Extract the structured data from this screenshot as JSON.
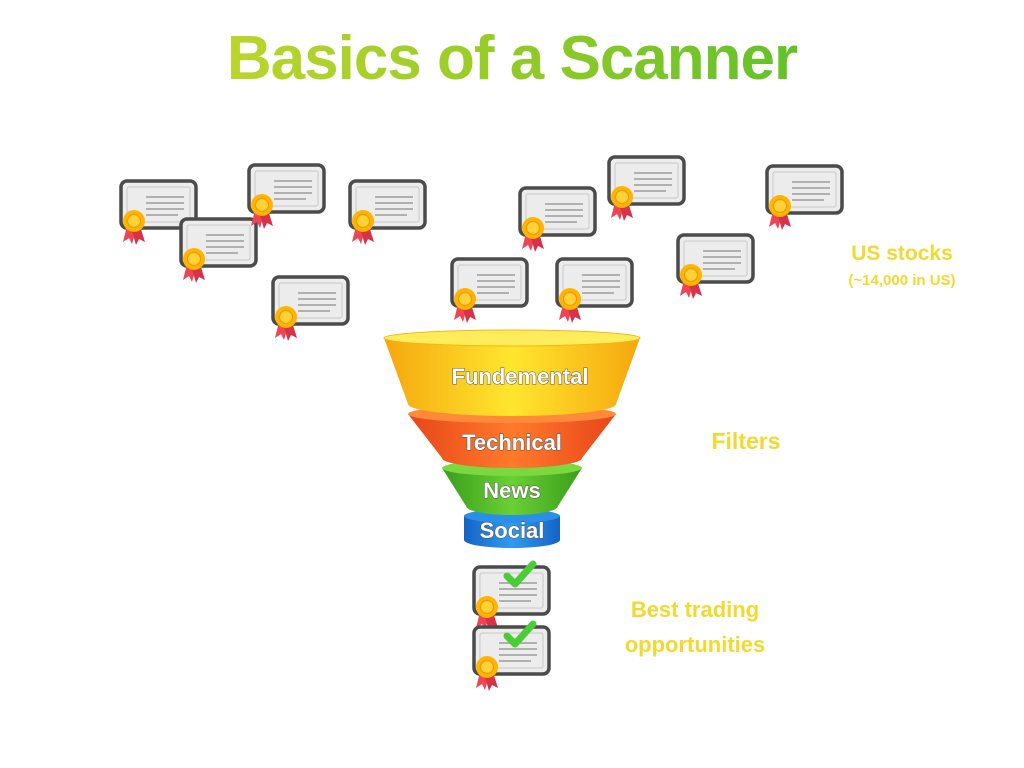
{
  "title": "Basics of a Scanner",
  "colors": {
    "title_gradient": [
      "#d9dd2e",
      "#3bb92a"
    ],
    "label_color": "#f2d92e",
    "funnel_layers": [
      "#ffd21f",
      "#ff6a1f",
      "#5bc42a",
      "#1f86e0"
    ],
    "certificate_card": "#ececec",
    "certificate_border": "#4b4b4b",
    "ribbon": "#ee4455",
    "medal": "#ffb400",
    "checkmark": "#4dcc3a"
  },
  "stocks_label": {
    "main": "US stocks",
    "sub": "(~14,000 in US)"
  },
  "funnel": {
    "layers": [
      "Fundemental",
      "Technical",
      "News",
      "Social"
    ]
  },
  "filters_label": "Filters",
  "result_label": {
    "line1": "Best trading",
    "line2": "opportunities"
  },
  "icons": {
    "stock": "certificate-icon",
    "result": "checked-certificate-icon"
  }
}
